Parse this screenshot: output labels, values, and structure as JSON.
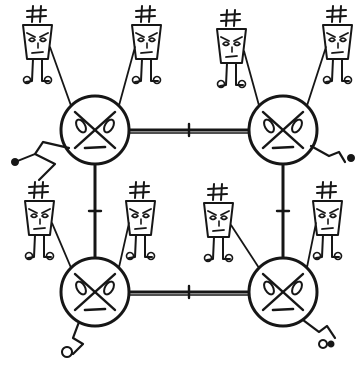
{
  "drawing": {
    "style": "hand-drawn pencil sketch",
    "ink_color": "#161616",
    "paper_color": "#ffffff",
    "hubs": [
      {
        "id": "top-left",
        "expression": "angry",
        "tail": "left"
      },
      {
        "id": "top-right",
        "expression": "angry",
        "tail": "right"
      },
      {
        "id": "bottom-left",
        "expression": "angry",
        "tail": "down-left"
      },
      {
        "id": "bottom-right",
        "expression": "angry",
        "tail": "down-right"
      }
    ],
    "links": [
      {
        "from": "top-left",
        "to": "top-right"
      },
      {
        "from": "top-left",
        "to": "bottom-left"
      },
      {
        "from": "top-right",
        "to": "bottom-right"
      },
      {
        "from": "bottom-left",
        "to": "bottom-right"
      }
    ],
    "figures": [
      {
        "hub": "top-left",
        "side": "left"
      },
      {
        "hub": "top-left",
        "side": "right"
      },
      {
        "hub": "top-right",
        "side": "left"
      },
      {
        "hub": "top-right",
        "side": "right"
      },
      {
        "hub": "bottom-left",
        "side": "left"
      },
      {
        "hub": "bottom-left",
        "side": "right"
      },
      {
        "hub": "bottom-right",
        "side": "left"
      },
      {
        "hub": "bottom-right",
        "side": "right"
      }
    ],
    "figure_head_mark": "#"
  }
}
